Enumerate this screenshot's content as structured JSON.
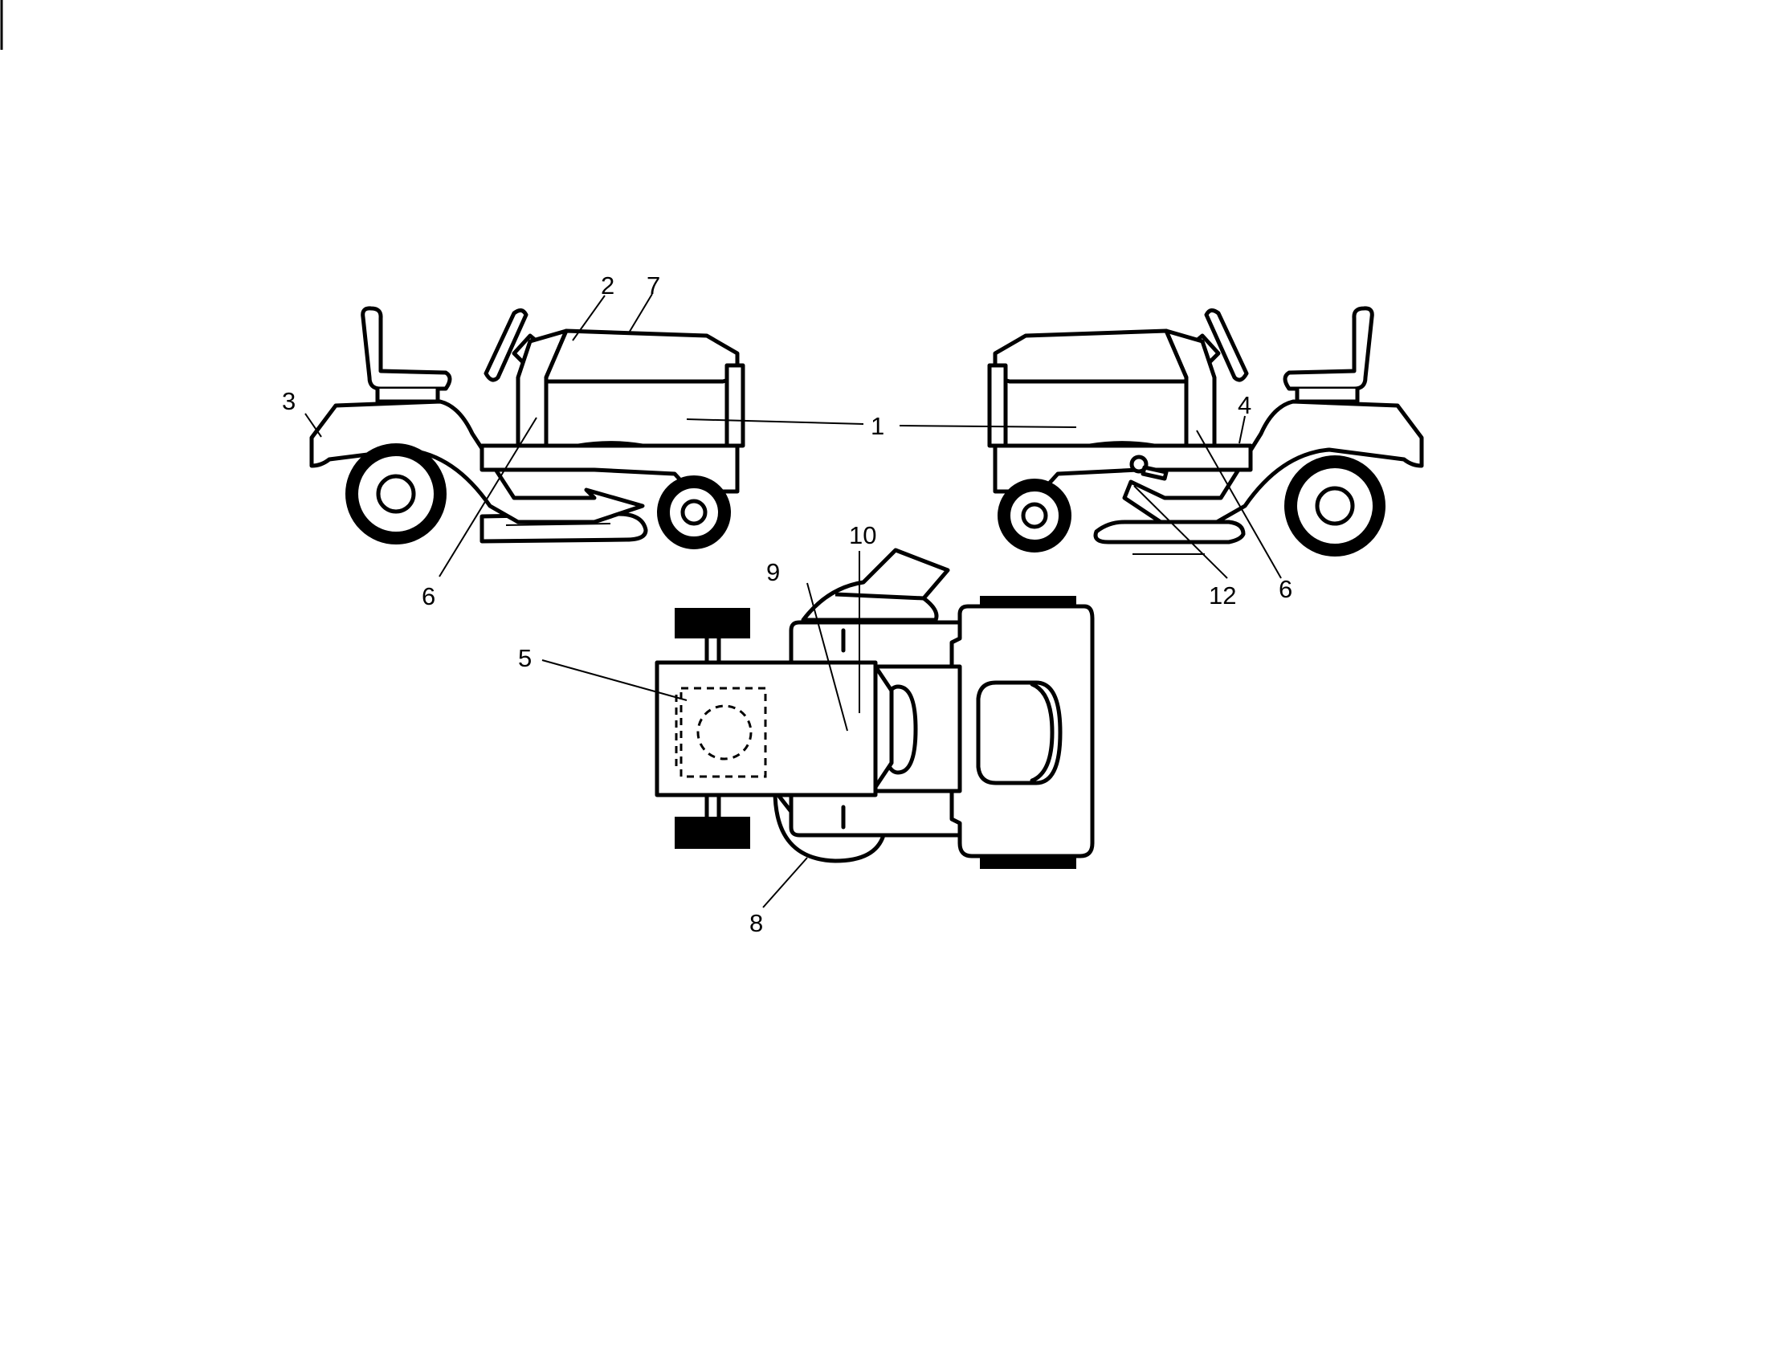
{
  "title": "",
  "callouts": {
    "c1": "1",
    "c2": "2",
    "c3": "3",
    "c4": "4",
    "c5": "5",
    "c6_left": "6",
    "c6_right": "6",
    "c7": "7",
    "c8": "8",
    "c9": "9",
    "c10": "10",
    "c12": "12"
  }
}
